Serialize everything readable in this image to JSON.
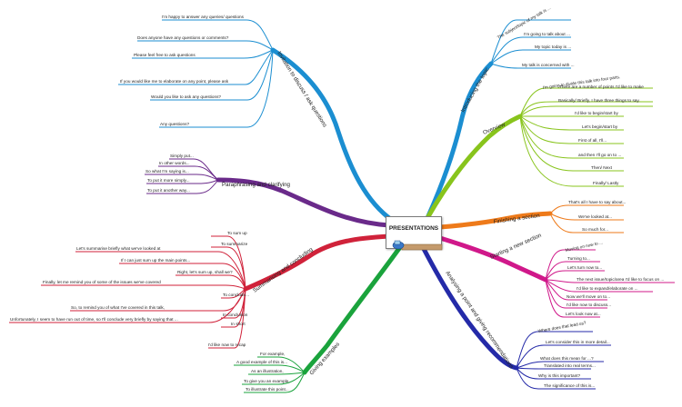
{
  "center": {
    "title": "PRESENTATIONS"
  },
  "branches": [
    {
      "id": "invitation",
      "label": "Invitation to discuss / ask questions",
      "color": "#1b8ed1",
      "items": [
        "I'm happy to answer any queries/ questions",
        "Does anyone have any questions or comments?",
        "Please feel free to ask questions",
        "If you would like me to elaborate on any point, please ask",
        "Would you like to ask any questions?",
        "Any questions?"
      ]
    },
    {
      "id": "paraphrasing",
      "label": "Paraphrasing and clarifying",
      "color": "#6a2a8a",
      "items": [
        "Simply put...",
        "In other words...",
        "So what I'm saying is...",
        "To put it more simply...",
        "To put it another way..."
      ]
    },
    {
      "id": "summarising",
      "label": "Summarising and concluding",
      "color": "#d0223a",
      "items": [
        "To sum up",
        "To summarize",
        "Let's summarise briefly what we've looked at",
        "If I can just sum up the main points...",
        "Right, let's sum up, shall we?",
        "Finally, let me remind you of some of the issues we've covered",
        "To conclude...",
        "So, to remind you of what I've covered in this talk,",
        "Unfortunately, I seem to have run out of time, so I'll conclude very briefly by saying that ...",
        "In conclusion",
        "In short",
        "I'd like now to recap"
      ]
    },
    {
      "id": "giving-examples",
      "label": "Giving examples",
      "color": "#1aa33c",
      "items": [
        "For example,",
        "A good example of this is...",
        "As an illustration,",
        "To give you an example,",
        "To illustrate this point..."
      ]
    },
    {
      "id": "introducing",
      "label": "Introducing the topic",
      "color": "#1b8ed1",
      "items": [
        "The subject/topic of my talk is ...",
        "I'm going to talk about ...",
        "My topic today is ...",
        "My talk is concerned with ..."
      ]
    },
    {
      "id": "overview",
      "label": "Overview",
      "color": "#88c41c",
      "items": [
        "I'm going to divide this talk into four parts.",
        "There are a number of points I'd like to make",
        "Basically/ Briefly, I have three things to say.",
        "I'd like to begin/start by",
        "Let's begin/start by",
        "First of all, I'll...",
        "and then I'll go on to ...",
        "Then/ Next",
        "Finally/ Lastly"
      ]
    },
    {
      "id": "finishing",
      "label": "Finishing a section",
      "color": "#ee7a1a",
      "items": [
        "That's all I have to say about...",
        "We've looked at...",
        "So much for..."
      ]
    },
    {
      "id": "starting",
      "label": "Starting a new section",
      "color": "#d0188a",
      "items": [
        "Moving on now to ...",
        "Turning to...",
        "Let's turn now to...",
        "The next issue/topic/area I'd like to focus on ...",
        "I'd like to expand/elaborate on ...",
        "Now we'll move on to...",
        "I'd like now to discuss...",
        "Let's look now at..."
      ]
    },
    {
      "id": "analysing",
      "label": "Analysing a point and giving recommendations",
      "color": "#242aa8",
      "items": [
        "Where does that lead us?",
        "Let's consider this in more detail...",
        "What does this mean for ...?",
        "Translated into real terms...",
        "Why is this important?",
        "The significance of this is..."
      ]
    }
  ]
}
